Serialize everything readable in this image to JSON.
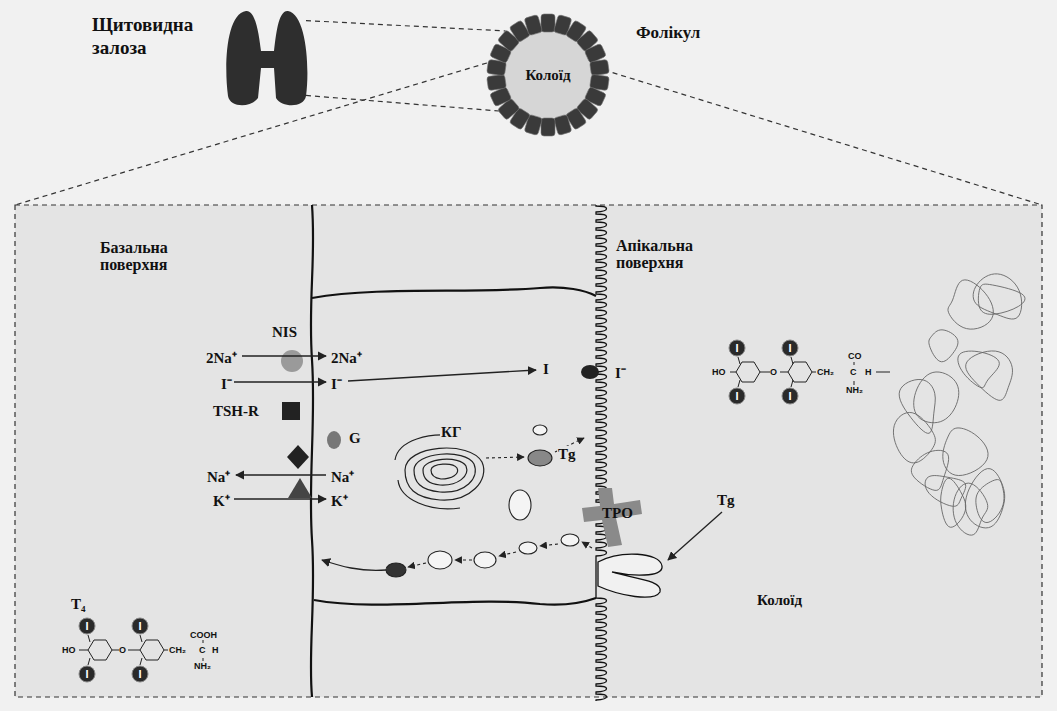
{
  "diagram": {
    "nodes": [
      {
        "text": [
          "Щитовидна залоза"
        ]
      },
      {
        "text": [
          "Фолікул",
          "Колоїд"
        ]
      },
      {
        "text": [
          "I"
        ]
      },
      {
        "text": [
          "I"
        ]
      },
      {
        "text": [
          "I"
        ]
      },
      {
        "text": [
          "I"
        ]
      },
      {
        "text": [
          "I"
        ]
      },
      {
        "text": [
          "I"
        ]
      },
      {
        "text": [
          "I"
        ]
      },
      {
        "text": [
          "I"
        ]
      }
    ],
    "edges": [
      {
        "from": 0,
        "to": 1,
        "arrow": "none"
      },
      {
        "from": 0,
        "to": 1,
        "arrow": "none"
      }
    ],
    "labels": [
      "Базальна поверхня",
      "NIS",
      "2Na⁺",
      "2Na⁺",
      "I⁻",
      "I⁻",
      "TSH-R",
      "G",
      "Na⁺",
      "Na⁺",
      "K⁺",
      "K⁺",
      "I",
      "I⁻",
      "Апікальна поверхня",
      "КГ",
      "Tg",
      "TPO",
      "Tg",
      "Колоїд",
      "T₄",
      "HO",
      "O",
      "CH₂",
      "C",
      "CO",
      "H",
      "NH₂",
      "HO",
      "O",
      "CH₂",
      "C",
      "COOH",
      "H",
      "NH₂"
    ]
  }
}
